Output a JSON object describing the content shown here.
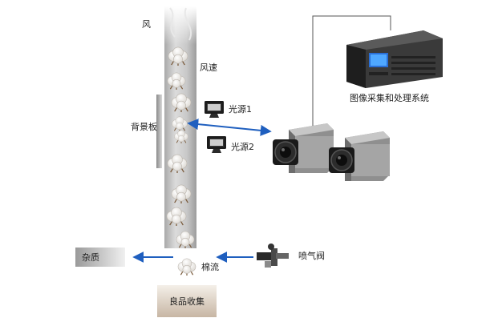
{
  "labels": {
    "wind": "风",
    "wind_speed": "风速",
    "background_board": "背景板",
    "light_source_1": "光源1",
    "light_source_2": "光源2",
    "image_system": "图像采集和处理系统",
    "impurities": "杂质",
    "air_valve": "喷气阀",
    "cotton_flow": "棉流",
    "good_collection": "良品收集"
  },
  "colors": {
    "arrow": "#1f5fbf",
    "tube": "#bfbfbf",
    "camera_body": "#9a9a9a",
    "server": "#2b2b2b"
  },
  "icons": {
    "cotton": "cotton-boll-icon",
    "light": "floodlight-icon",
    "camera": "industrial-camera-icon",
    "server": "rack-server-icon",
    "valve": "air-valve-icon"
  }
}
